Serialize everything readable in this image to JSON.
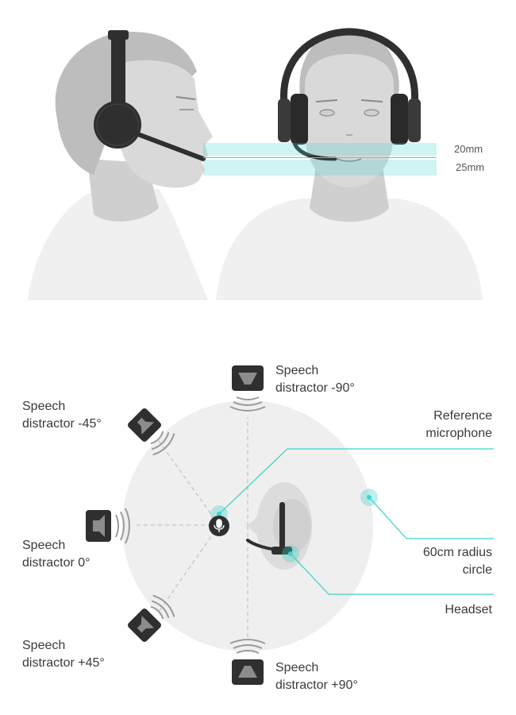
{
  "colors": {
    "accent": "#3fd4cc",
    "skin": "#d9d9d9",
    "skin_shade": "#c8c8c8",
    "hair": "#bdbdbd",
    "shirt": "#f0f0f0",
    "headset": "#2f2f2f",
    "circle_fill": "#efefef",
    "guide": "#c4c4c4"
  },
  "icons": {
    "headset": "over-ear-headset-with-boom-mic-icon",
    "reference_mic": "microphone-icon",
    "speaker": "loudspeaker-icon"
  },
  "mic_placement": {
    "dimensions": [
      "20mm",
      "25mm"
    ]
  },
  "test_setup": {
    "distractors": [
      {
        "line1": "Speech",
        "line2": "distractor -90°"
      },
      {
        "line1": "Speech",
        "line2": "distractor -45°"
      },
      {
        "line1": "Speech",
        "line2": "distractor 0°"
      },
      {
        "line1": "Speech",
        "line2": "distractor +45°"
      },
      {
        "line1": "Speech",
        "line2": "distractor +90°"
      }
    ],
    "callouts": {
      "reference_mic": {
        "line1": "Reference",
        "line2": "microphone"
      },
      "radius_circle": {
        "line1": "60cm radius",
        "line2": "circle"
      },
      "headset": {
        "line1": "Headset"
      }
    }
  }
}
